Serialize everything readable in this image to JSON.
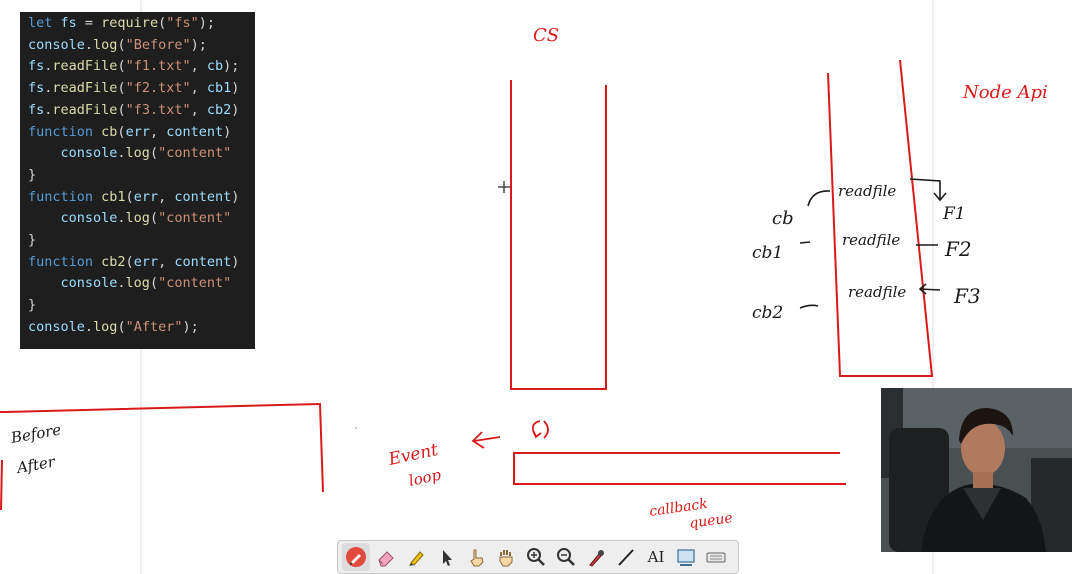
{
  "code_lines": [
    [
      {
        "t": "let ",
        "c": "kw"
      },
      {
        "t": "fs",
        "c": "var"
      },
      {
        "t": " = ",
        "c": "plain"
      },
      {
        "t": "require",
        "c": "fn"
      },
      {
        "t": "(",
        "c": "plain"
      },
      {
        "t": "\"fs\"",
        "c": "str"
      },
      {
        "t": ");",
        "c": "plain"
      }
    ],
    [
      {
        "t": "console",
        "c": "var"
      },
      {
        "t": ".",
        "c": "plain"
      },
      {
        "t": "log",
        "c": "fn"
      },
      {
        "t": "(",
        "c": "plain"
      },
      {
        "t": "\"Before\"",
        "c": "str"
      },
      {
        "t": ");",
        "c": "plain"
      }
    ],
    [
      {
        "t": "fs",
        "c": "var"
      },
      {
        "t": ".",
        "c": "plain"
      },
      {
        "t": "readFile",
        "c": "fn"
      },
      {
        "t": "(",
        "c": "plain"
      },
      {
        "t": "\"f1.txt\"",
        "c": "str"
      },
      {
        "t": ", ",
        "c": "plain"
      },
      {
        "t": "cb",
        "c": "var"
      },
      {
        "t": ");",
        "c": "plain"
      }
    ],
    [
      {
        "t": "fs",
        "c": "var"
      },
      {
        "t": ".",
        "c": "plain"
      },
      {
        "t": "readFile",
        "c": "fn"
      },
      {
        "t": "(",
        "c": "plain"
      },
      {
        "t": "\"f2.txt\"",
        "c": "str"
      },
      {
        "t": ", ",
        "c": "plain"
      },
      {
        "t": "cb1",
        "c": "var"
      },
      {
        "t": ")",
        "c": "plain"
      }
    ],
    [
      {
        "t": "fs",
        "c": "var"
      },
      {
        "t": ".",
        "c": "plain"
      },
      {
        "t": "readFile",
        "c": "fn"
      },
      {
        "t": "(",
        "c": "plain"
      },
      {
        "t": "\"f3.txt\"",
        "c": "str"
      },
      {
        "t": ", ",
        "c": "plain"
      },
      {
        "t": "cb2",
        "c": "var"
      },
      {
        "t": ")",
        "c": "plain"
      }
    ],
    [
      {
        "t": "function ",
        "c": "kw"
      },
      {
        "t": "cb",
        "c": "fn"
      },
      {
        "t": "(",
        "c": "plain"
      },
      {
        "t": "err",
        "c": "var"
      },
      {
        "t": ", ",
        "c": "plain"
      },
      {
        "t": "content",
        "c": "var"
      },
      {
        "t": ")",
        "c": "plain"
      }
    ],
    [
      {
        "t": "    console",
        "c": "var"
      },
      {
        "t": ".",
        "c": "plain"
      },
      {
        "t": "log",
        "c": "fn"
      },
      {
        "t": "(",
        "c": "plain"
      },
      {
        "t": "\"content\"",
        "c": "str"
      }
    ],
    [
      {
        "t": "}",
        "c": "plain"
      }
    ],
    [
      {
        "t": "function ",
        "c": "kw"
      },
      {
        "t": "cb1",
        "c": "fn"
      },
      {
        "t": "(",
        "c": "plain"
      },
      {
        "t": "err",
        "c": "var"
      },
      {
        "t": ", ",
        "c": "plain"
      },
      {
        "t": "content",
        "c": "var"
      },
      {
        "t": ")",
        "c": "plain"
      }
    ],
    [
      {
        "t": "    console",
        "c": "var"
      },
      {
        "t": ".",
        "c": "plain"
      },
      {
        "t": "log",
        "c": "fn"
      },
      {
        "t": "(",
        "c": "plain"
      },
      {
        "t": "\"content\"",
        "c": "str"
      }
    ],
    [
      {
        "t": "}",
        "c": "plain"
      }
    ],
    [
      {
        "t": "function ",
        "c": "kw"
      },
      {
        "t": "cb2",
        "c": "fn"
      },
      {
        "t": "(",
        "c": "plain"
      },
      {
        "t": "err",
        "c": "var"
      },
      {
        "t": ", ",
        "c": "plain"
      },
      {
        "t": "content",
        "c": "var"
      },
      {
        "t": ")",
        "c": "plain"
      }
    ],
    [
      {
        "t": "    console",
        "c": "var"
      },
      {
        "t": ".",
        "c": "plain"
      },
      {
        "t": "log",
        "c": "fn"
      },
      {
        "t": "(",
        "c": "plain"
      },
      {
        "t": "\"content\"",
        "c": "str"
      }
    ],
    [
      {
        "t": "}",
        "c": "plain"
      }
    ],
    [
      {
        "t": "console",
        "c": "var"
      },
      {
        "t": ".",
        "c": "plain"
      },
      {
        "t": "log",
        "c": "fn"
      },
      {
        "t": "(",
        "c": "plain"
      },
      {
        "t": "\"After\"",
        "c": "str"
      },
      {
        "t": ");",
        "c": "plain"
      }
    ]
  ],
  "annotations": {
    "call_stack": "CS",
    "node_api": "Node Api",
    "readfile_1": "readfile",
    "readfile_2": "readfile",
    "readfile_3": "readfile",
    "cb": "cb",
    "cb1": "cb1",
    "cb2": "cb2",
    "f1": "F1",
    "f2": "F2",
    "f3": "F3",
    "console_line1": "Before",
    "console_line2": "After",
    "event_loop_line1": "Event",
    "event_loop_line2": "loop",
    "callback_queue_line1": "callback",
    "callback_queue_line2": "queue"
  },
  "toolbar": {
    "tools": [
      {
        "name": "pen-icon",
        "active": true
      },
      {
        "name": "eraser-icon",
        "active": false
      },
      {
        "name": "highlighter-icon",
        "active": false
      },
      {
        "name": "pointer-icon",
        "active": false
      },
      {
        "name": "hand-pointer-icon",
        "active": false
      },
      {
        "name": "pan-hand-icon",
        "active": false
      },
      {
        "name": "zoom-in-icon",
        "active": false
      },
      {
        "name": "zoom-out-icon",
        "active": false
      },
      {
        "name": "color-picker-icon",
        "active": false
      },
      {
        "name": "line-icon",
        "active": false
      },
      {
        "name": "text-icon",
        "active": false
      },
      {
        "name": "whiteboard-icon",
        "active": false
      },
      {
        "name": "keyboard-icon",
        "active": false
      }
    ],
    "text_tool_label": "AI"
  },
  "colors": {
    "ink_red": "#d91a1a",
    "ink_black": "#1a1a1a",
    "code_bg": "#1e1e1e"
  }
}
